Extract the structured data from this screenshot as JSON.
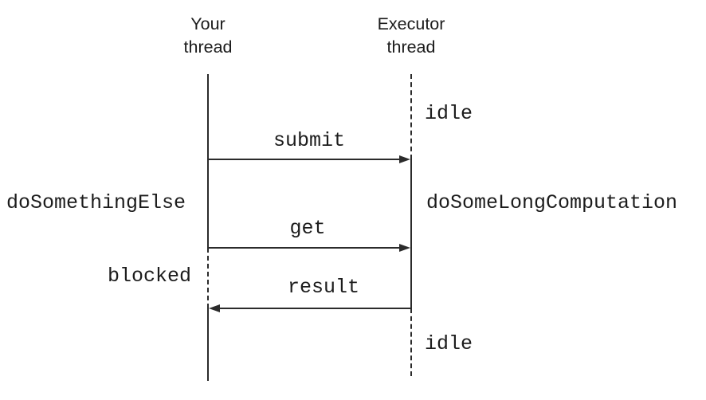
{
  "diagram": {
    "type": "sequence-diagram",
    "lifelines": [
      {
        "id": "your-thread",
        "title_lines": [
          "Your",
          "thread"
        ],
        "segments": [
          "solid",
          "dashed-while-blocked",
          "solid"
        ]
      },
      {
        "id": "executor-thread",
        "title_lines": [
          "Executor",
          "thread"
        ],
        "segments": [
          "dashed-while-idle",
          "solid-while-computing",
          "dashed-while-idle"
        ]
      }
    ],
    "messages": [
      {
        "label": "submit",
        "from": "your-thread",
        "to": "executor-thread",
        "direction": "right"
      },
      {
        "label": "get",
        "from": "your-thread",
        "to": "executor-thread",
        "direction": "right"
      },
      {
        "label": "result",
        "from": "executor-thread",
        "to": "your-thread",
        "direction": "left"
      }
    ],
    "state_labels": [
      {
        "text": "idle",
        "lifeline": "executor-thread",
        "position": "top"
      },
      {
        "text": "doSomethingElse",
        "lifeline": "your-thread",
        "position": "middle"
      },
      {
        "text": "doSomeLongComputation",
        "lifeline": "executor-thread",
        "position": "middle"
      },
      {
        "text": "blocked",
        "lifeline": "your-thread",
        "position": "lower"
      },
      {
        "text": "idle",
        "lifeline": "executor-thread",
        "position": "bottom"
      }
    ],
    "colors": {
      "line": "#2b2b2b",
      "text": "#1c1c1c",
      "background": "#ffffff"
    }
  }
}
